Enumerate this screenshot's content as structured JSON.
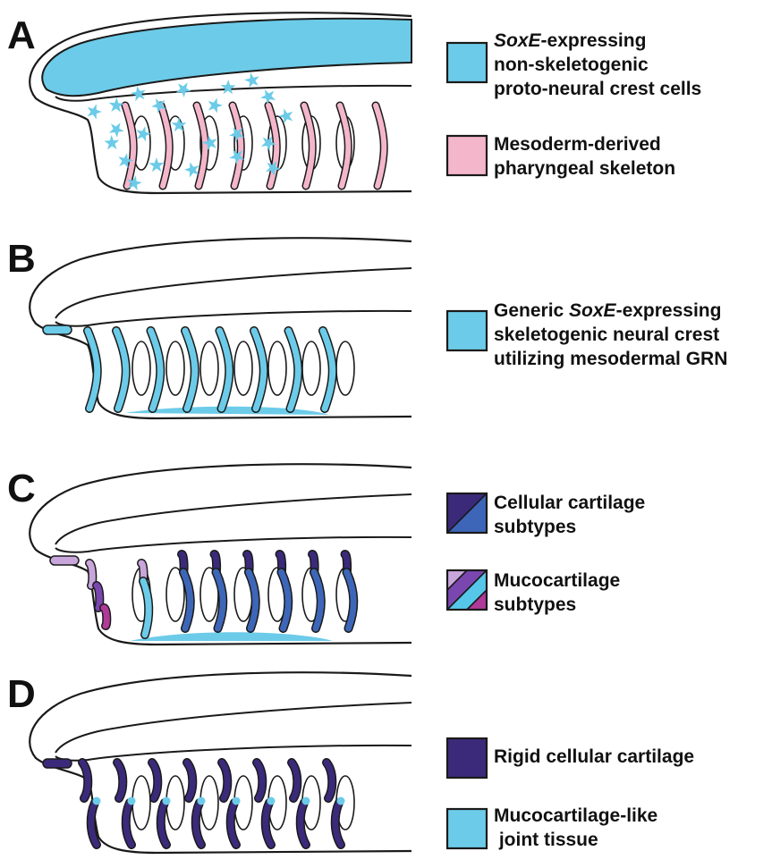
{
  "panels": [
    {
      "letter": "A",
      "legend": [
        {
          "emph": "SoxE",
          "lines": [
            "-expressing",
            "non-skeletogenic",
            "proto-neural crest cells"
          ],
          "swatch": [
            "#6ccbe8"
          ],
          "icon": "cyan-swatch-icon"
        },
        {
          "lines": [
            "Mesoderm-derived",
            "pharyngeal skeleton"
          ],
          "swatch": [
            "#f4b6cb"
          ],
          "icon": "pink-swatch-icon"
        }
      ]
    },
    {
      "letter": "B",
      "legend": [
        {
          "prefix": "Generic ",
          "emph": "SoxE",
          "lines": [
            "-expressing",
            "skeletogenic neural crest",
            "utilizing mesodermal GRN"
          ],
          "swatch": [
            "#6ccbe8"
          ],
          "icon": "cyan-swatch-icon"
        }
      ]
    },
    {
      "letter": "C",
      "legend": [
        {
          "lines": [
            "Cellular cartilage",
            "subtypes"
          ],
          "swatch": [
            "#3b2a7a",
            "#3d66b8"
          ],
          "icon": "cellular-cartilage-swatch-icon"
        },
        {
          "lines": [
            "Mucocartilage",
            "subtypes"
          ],
          "swatch": [
            "#c8a6dc",
            "#7a47b0",
            "#56c7e8",
            "#b03a98"
          ],
          "icon": "mucocartilage-swatch-icon"
        }
      ]
    },
    {
      "letter": "D",
      "legend": [
        {
          "lines": [
            "Rigid cellular cartilage"
          ],
          "swatch": [
            "#3b2a7a"
          ],
          "icon": "purple-swatch-icon"
        },
        {
          "lines": [
            "Mucocartilage-like",
            " joint tissue"
          ],
          "swatch": [
            "#6ccbe8"
          ],
          "icon": "cyan-swatch-icon"
        }
      ]
    }
  ],
  "colors": {
    "cyan": "#6ccbe8",
    "pink": "#f4b6cb",
    "dark_purple": "#3b2a7a",
    "mid_blue": "#3d66b8",
    "light_purple": "#c8a6dc",
    "violet": "#7a47b0",
    "magenta": "#b03a98",
    "outline": "#1a1a1a"
  }
}
